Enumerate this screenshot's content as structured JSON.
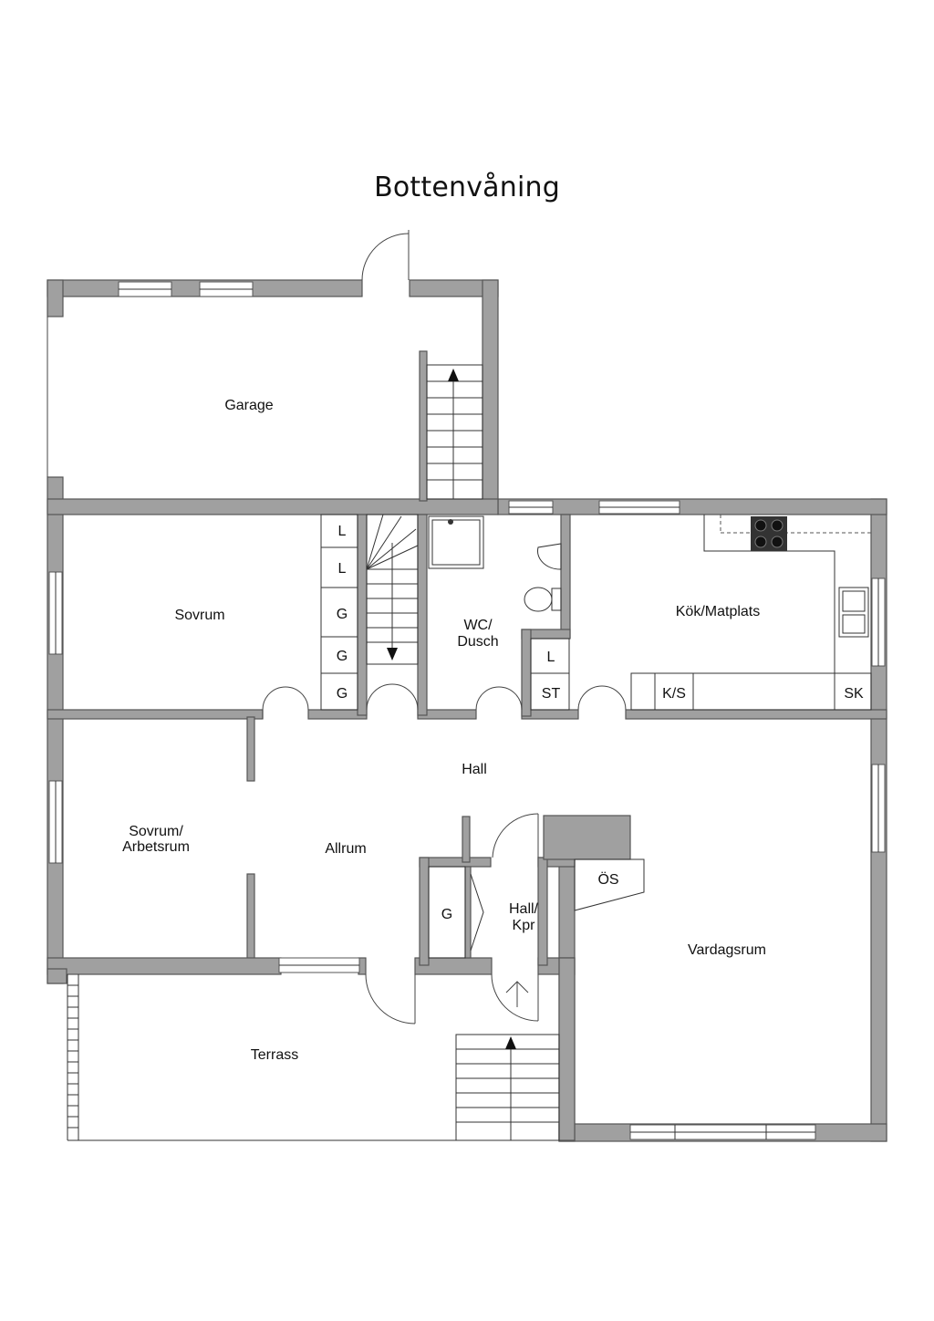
{
  "title": "Bottenvåning",
  "rooms": {
    "garage": "Garage",
    "sovrum": "Sovrum",
    "wc_line1": "WC/",
    "wc_line2": "Dusch",
    "kok": "Kök/Matplats",
    "hall": "Hall",
    "sovrum_arb_line1": "Sovrum/",
    "sovrum_arb_line2": "Arbetsrum",
    "allrum": "Allrum",
    "hallkpr_line1": "Hall/",
    "hallkpr_line2": "Kpr",
    "vardagsrum": "Vardagsrum",
    "terrass": "Terrass"
  },
  "closets": {
    "l1": "L",
    "l2": "L",
    "g1": "G",
    "g2": "G",
    "g3": "G",
    "wc_l": "L",
    "st": "ST",
    "ks": "K/S",
    "sk": "SK",
    "os": "ÖS",
    "hall_g": "G"
  }
}
